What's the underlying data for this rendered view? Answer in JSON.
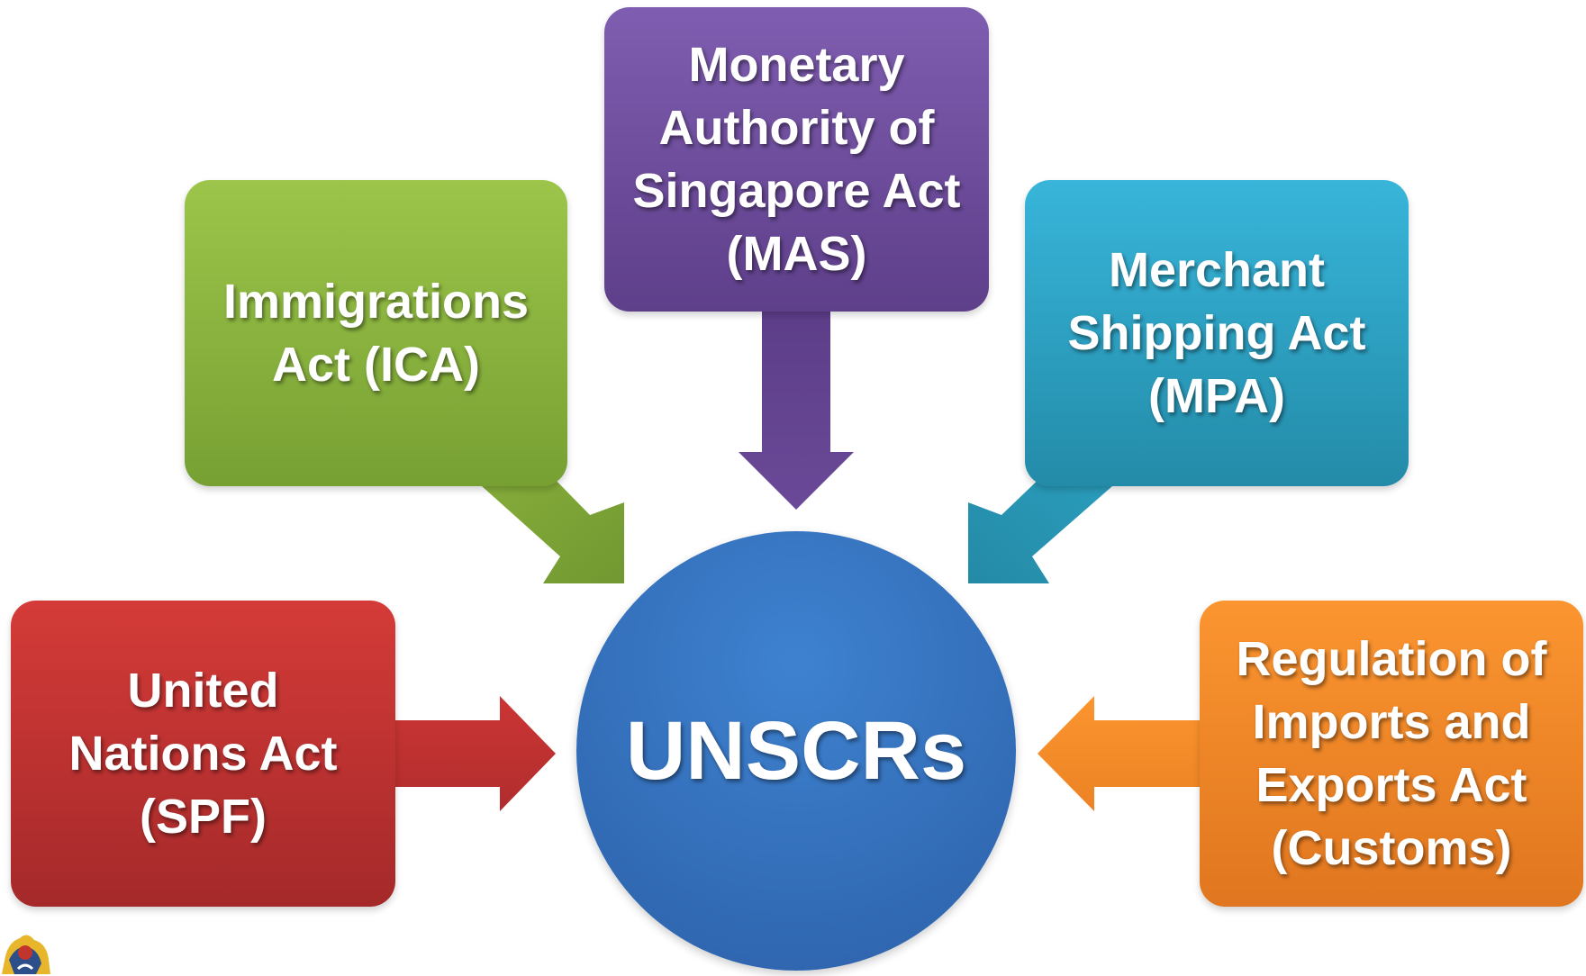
{
  "center": {
    "label": "UNSCRs"
  },
  "boxes": {
    "ica": "Immigrations\nAct (ICA)",
    "mas": "Monetary\nAuthority of\nSingapore Act\n(MAS)",
    "mpa": "Merchant\nShipping Act\n(MPA)",
    "spf": "United\nNations Act\n(SPF)",
    "customs": "Regulation of\nImports and\nExports Act\n(Customs)"
  },
  "colors": {
    "ica": "#88b23c",
    "mas": "#6b4b9a",
    "mpa": "#2fa4c6",
    "spf": "#c23333",
    "customs": "#f08826",
    "center": "#3572bf"
  },
  "icons": {
    "logo": "crest-logo-icon"
  }
}
